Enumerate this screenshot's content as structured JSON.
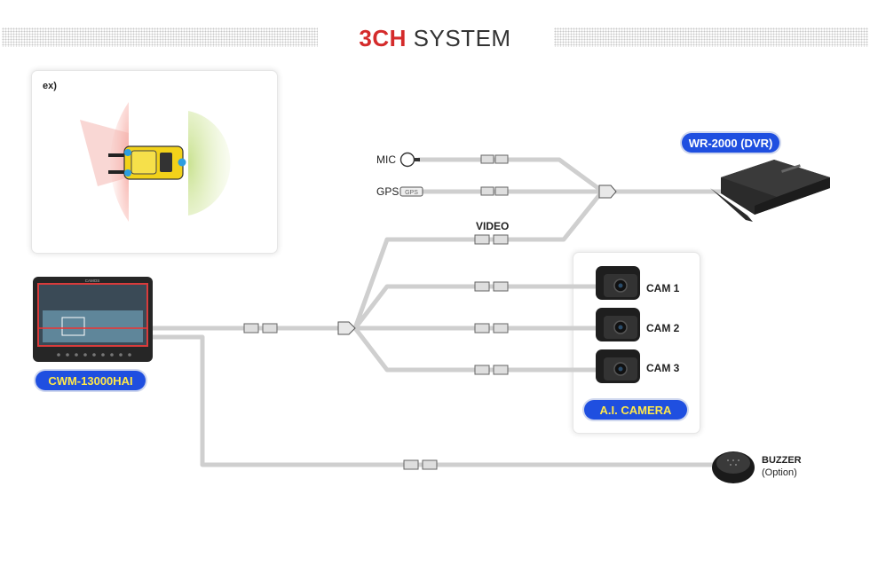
{
  "title": {
    "accent": "3CH",
    "rest": " SYSTEM"
  },
  "example_label": "ex)",
  "inputs": {
    "mic": "MIC",
    "gps": "GPS",
    "gps_badge": "GPS",
    "video": "VIDEO"
  },
  "devices": {
    "dvr": "WR-2000 (DVR)",
    "monitor": "CWM-13000HAI",
    "monitor_brand": "CAMOS",
    "ai_camera": "A.I. CAMERA",
    "buzzer": "BUZZER",
    "buzzer_note": "(Option)"
  },
  "cameras": [
    {
      "label": "CAM 1"
    },
    {
      "label": "CAM 2"
    },
    {
      "label": "CAM 3"
    }
  ],
  "colors": {
    "accent_red": "#d42b2b",
    "pill_blue": "#1f4fe0",
    "pill_text": "#ffe84a",
    "cable": "#cfcfcf"
  }
}
